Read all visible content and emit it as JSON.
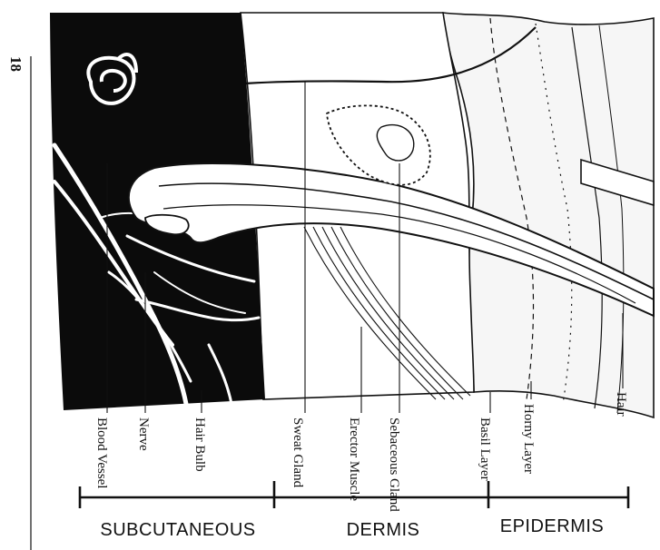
{
  "page_number": "18",
  "labels": {
    "blood_vessel": "Blood Vessel",
    "nerve": "Nerve",
    "hair_bulb": "Hair Bulb",
    "sweat_gland": "Sweat Gland",
    "erector_muscle": "Erector Muscle",
    "sebaceous_gland": "Sebaceous Gland",
    "basil_layer": "Basil Layer",
    "horny_layer": "Horny Layer",
    "hair": "Hair"
  },
  "sections": {
    "subcutaneous": "SUBCUTANEOUS",
    "dermis": "DERMIS",
    "epidermis": "EPIDERMIS"
  },
  "colors": {
    "ink": "#111111",
    "paper": "#ffffff",
    "subcutaneous_fill": "#0b0b0b"
  }
}
